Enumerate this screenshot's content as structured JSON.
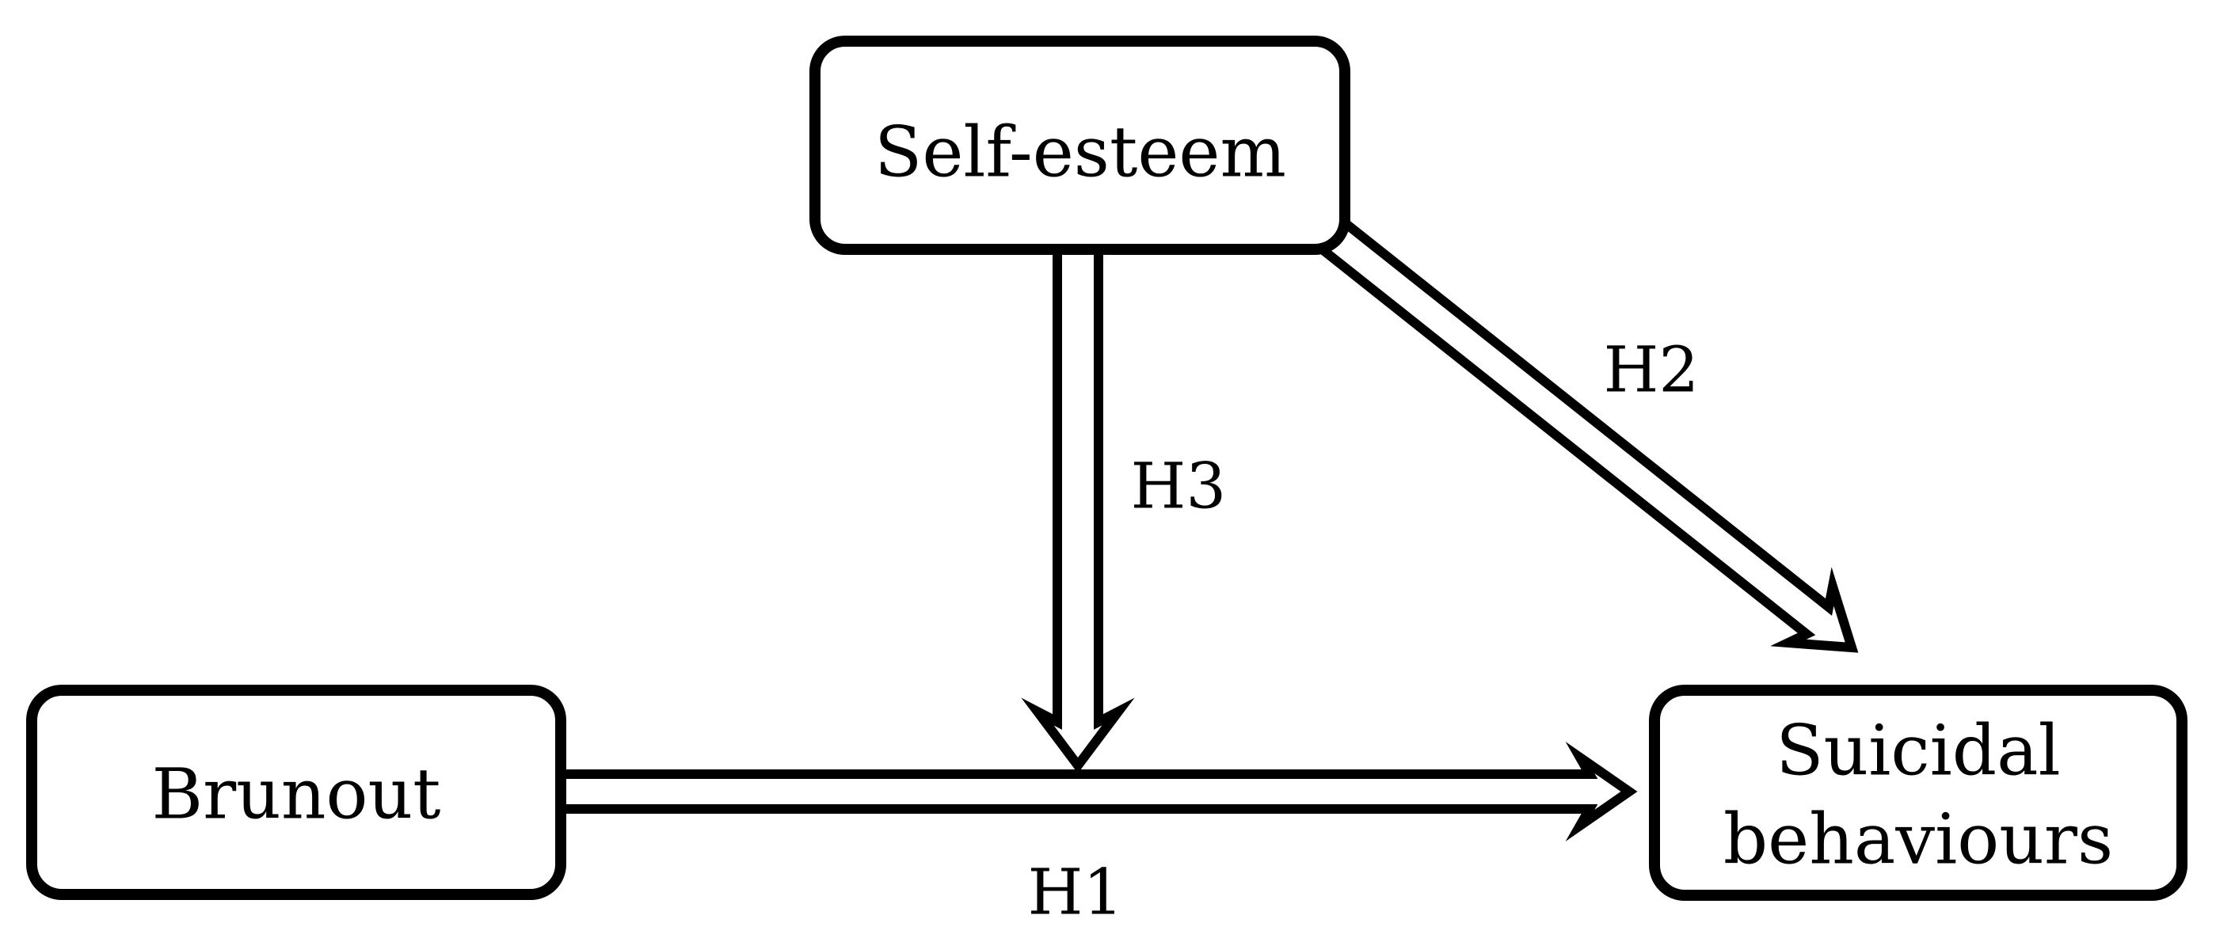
{
  "figure": {
    "type": "path-diagram",
    "background_color": "#ffffff",
    "line_color": "#000000",
    "nodes": [
      {
        "id": "self-esteem",
        "label": "Self-esteem",
        "position": "top-center"
      },
      {
        "id": "brunout",
        "label": "Brunout",
        "position": "bottom-left"
      },
      {
        "id": "suicidal-behaviours",
        "label": "Suicidal behaviours",
        "lines": [
          "Suicidal",
          "behaviours"
        ],
        "position": "bottom-right"
      }
    ],
    "edges": [
      {
        "id": "h1",
        "label": "H1",
        "from": "brunout",
        "to": "suicidal-behaviours",
        "direction": "right",
        "style": "double-line-open-arrow"
      },
      {
        "id": "h2",
        "label": "H2",
        "from": "self-esteem",
        "to": "suicidal-behaviours",
        "direction": "down-right",
        "style": "double-line-open-arrow"
      },
      {
        "id": "h3",
        "label": "H3",
        "from": "self-esteem",
        "to": "h1-path",
        "direction": "down",
        "style": "double-line-open-arrow"
      }
    ]
  }
}
